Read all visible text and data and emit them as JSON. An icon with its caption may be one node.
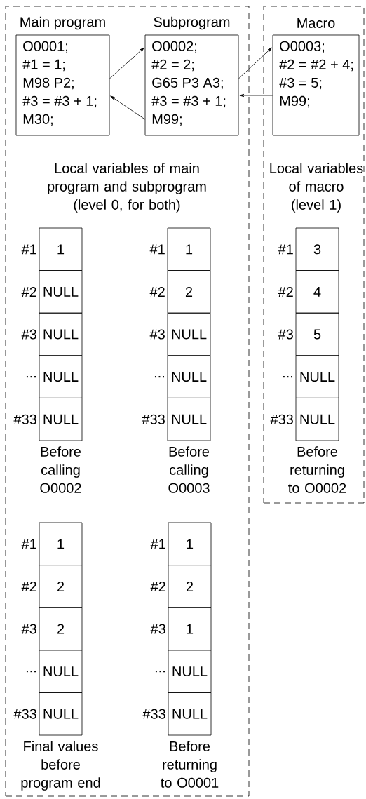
{
  "diagram": {
    "nodes": [
      {
        "text": [],
        "shape": "box"
      },
      {
        "text": [
          "Main program",
          "O0001;",
          "#1 = 1;",
          "M98 P2;",
          "#3 = #3 + 1;",
          "M30;"
        ],
        "in": 0
      },
      {
        "text": [
          "Subprogram",
          "O0002;",
          "#2 = 2;",
          "G65 P3 A3;",
          "#3 = #3 + 1;",
          "M99;"
        ],
        "in": 0
      },
      {
        "text": [],
        "shape": "box"
      },
      {
        "text": [
          "Macro",
          "O0003;",
          "#2 = #2 + 4;",
          "#3 = 5;",
          "M99;"
        ],
        "in": 3
      },
      {
        "text": [
          "1",
          "NULL",
          "NULL",
          "NULL",
          "NULL"
        ],
        "beside": [
          "#1",
          "#2",
          "#3",
          "...",
          "#33",
          "Before calling O0002"
        ],
        "in": 0
      },
      {
        "text": [
          "1",
          "2",
          "NULL",
          "NULL",
          "NULL"
        ],
        "beside": [
          "#1",
          "#2",
          "#3",
          "...",
          "#33",
          "Before calling O0003"
        ],
        "in": 0
      },
      {
        "text": [
          "3",
          "4",
          "5",
          "NULL",
          "NULL"
        ],
        "beside": [
          "#1",
          "#2",
          "#3",
          "...",
          "#33",
          "Before returning to O0002"
        ],
        "in": 3
      },
      {
        "text": [
          "1",
          "2",
          "2",
          "NULL",
          "NULL"
        ],
        "beside": [
          "#1",
          "#2",
          "#3",
          "...",
          "#33",
          "Final values before program end"
        ],
        "in": 0
      },
      {
        "text": [
          "1",
          "2",
          "1",
          "NULL",
          "NULL"
        ],
        "beside": [
          "#1",
          "#2",
          "#3",
          "...",
          "#33",
          "Before returning to O0001"
        ],
        "in": 0
      }
    ],
    "edges": [
      {
        "from": 1,
        "to": 2,
        "arrow": "to"
      },
      {
        "from": 2,
        "to": 1,
        "arrow": "to"
      },
      {
        "from": 2,
        "to": 4,
        "arrow": "to"
      },
      {
        "from": 4,
        "to": 2,
        "arrow": "to"
      }
    ],
    "labels": [
      "Local variables of main program and subprogram (level 0, for both)",
      "Local variables of macro (level 1)"
    ]
  }
}
